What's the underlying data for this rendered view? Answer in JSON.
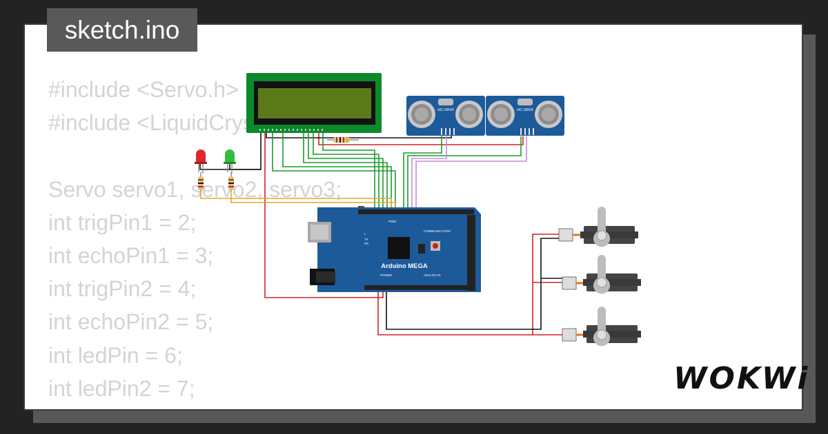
{
  "file_tab": {
    "name": "sketch.ino"
  },
  "code_lines": [
    "#include <Servo.h>",
    "#include <LiquidCrystal.h>",
    "",
    "Servo servo1, servo2, servo3;",
    "int trigPin1 = 2;",
    "int echoPin1 = 3;",
    "int trigPin2 = 4;",
    "int echoPin2 = 5;",
    "int ledPin = 6;",
    "int ledPin2 = 7;"
  ],
  "circuit": {
    "board_label": "Arduino MEGA",
    "board_header_labels": {
      "pwm": "PWM",
      "communication": "COMMUNICATION",
      "power": "POWER",
      "analog_in": "ANALOG IN",
      "tx": "TX",
      "rx": "RX",
      "l": "L"
    },
    "sensor_label": "HC-SR04",
    "colors": {
      "board": "#1d5a9a",
      "lcd_frame": "#0a8a2a",
      "lcd_screen": "#5a7a1a",
      "wire_red": "#d62020",
      "wire_black": "#111111",
      "wire_green": "#1c9a2c",
      "wire_orange": "#e6a52a",
      "wire_violet": "#c58be0",
      "led_red": "#e0262b",
      "led_green": "#2fbf3c"
    }
  },
  "logo": {
    "text": "WOKWi"
  }
}
